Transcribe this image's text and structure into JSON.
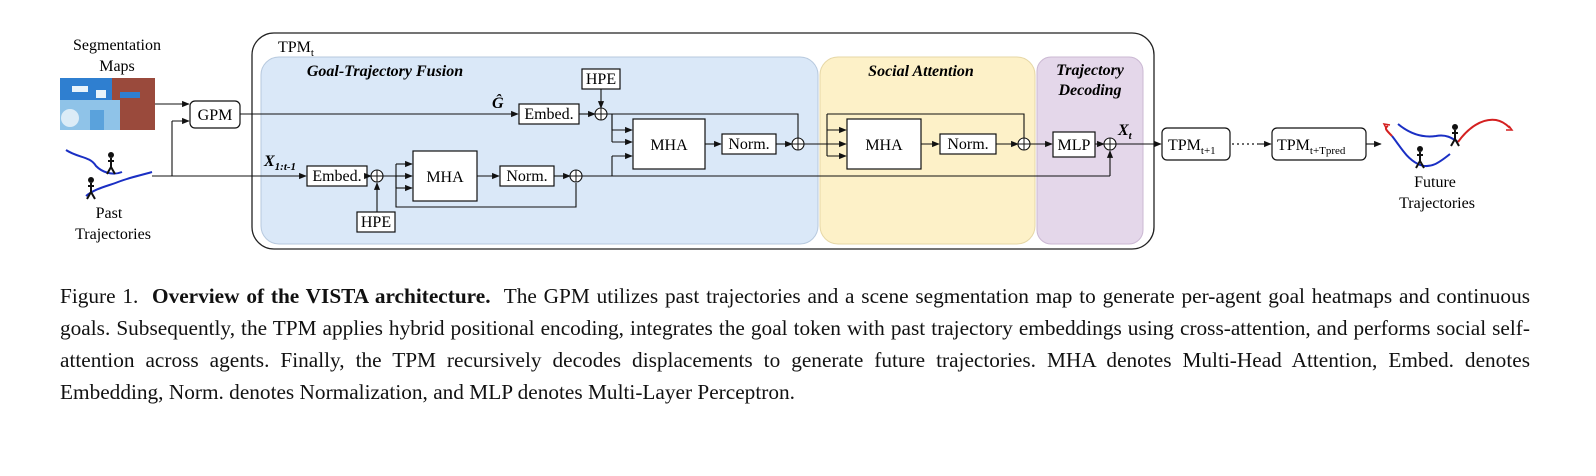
{
  "diagram": {
    "inputs": {
      "segmentation_label_line1": "Segmentation",
      "segmentation_label_line2": "Maps",
      "past_label_line1": "Past",
      "past_label_line2": "Trajectories"
    },
    "gpm": "GPM",
    "tpm_outer": {
      "base": "TPM",
      "sub": "t"
    },
    "sections": {
      "goal_fusion": "Goal-Trajectory Fusion",
      "social": "Social Attention",
      "decoding_line1": "Trajectory",
      "decoding_line2": "Decoding"
    },
    "blocks": {
      "hpe": "HPE",
      "embed": "Embed.",
      "mha": "MHA",
      "norm": "Norm.",
      "mlp": "MLP"
    },
    "symbols": {
      "g_hat": "Ĝ",
      "x_in": "X",
      "x_in_sub": "1:t-1",
      "x_out": "X",
      "x_out_sub": "t"
    },
    "next_steps": [
      {
        "base": "TPM",
        "sub": "t+1"
      },
      {
        "base": "TPM",
        "sub": "t+Tpred"
      }
    ],
    "outputs": {
      "line1": "Future",
      "line2": "Trajectories"
    },
    "colors": {
      "goal_fusion_bg": "#dae8f8",
      "social_bg": "#fdf1c8",
      "decoding_bg": "#e4d7ea",
      "past_traj": "#1a2fc4",
      "future_traj_red": "#d42020",
      "future_traj_blue": "#1a2fc4",
      "seg_map_blue": "#2f7fd0",
      "seg_map_brown": "#9a4a3c"
    },
    "icons": [
      "pedestrian-icon",
      "segmentation-map-image"
    ]
  },
  "caption": {
    "label": "Figure 1.",
    "title": "Overview of the VISTA architecture.",
    "body": "The GPM utilizes past trajectories and a scene segmentation map to generate per-agent goal heatmaps and continuous goals. Subsequently, the TPM applies hybrid positional encoding, integrates the goal token with past trajectory embeddings using cross-attention, and performs social self-attention across agents. Finally, the TPM recursively decodes displacements to generate future trajectories. MHA denotes Multi-Head Attention, Embed. denotes Embedding, Norm. denotes Normalization, and MLP denotes Multi-Layer Perceptron."
  }
}
